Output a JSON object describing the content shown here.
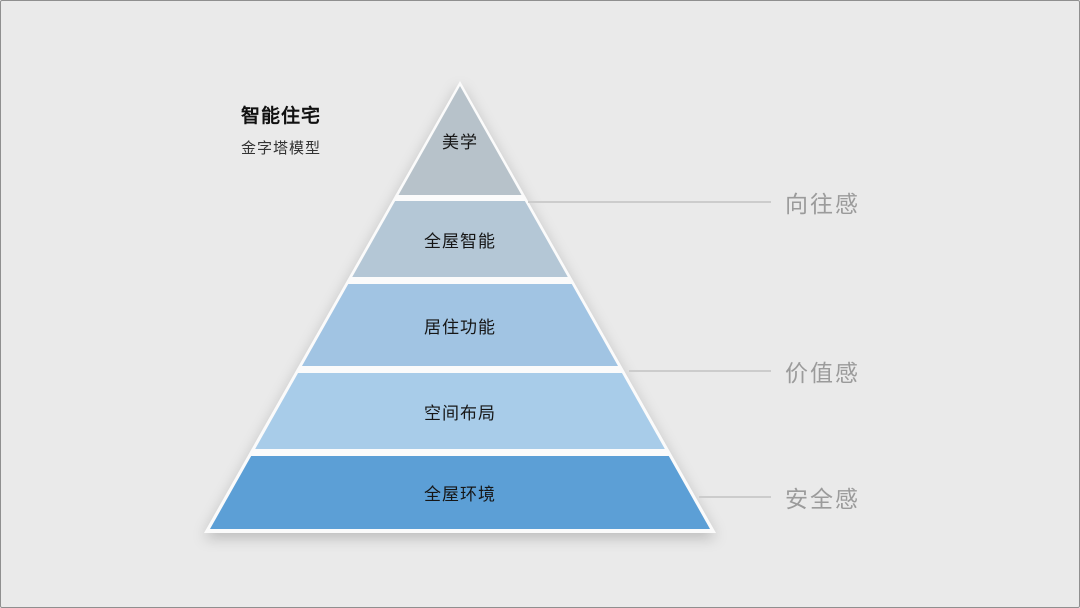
{
  "title": {
    "line1": "智能住宅",
    "line2": "金字塔模型"
  },
  "pyramid": {
    "layers": [
      {
        "label": "美学",
        "color": "#b7c2ca"
      },
      {
        "label": "全屋智能",
        "color": "#b4c7d6"
      },
      {
        "label": "居住功能",
        "color": "#a1c4e3"
      },
      {
        "label": "空间布局",
        "color": "#a8cce9"
      },
      {
        "label": "全屋环境",
        "color": "#5c9fd6"
      }
    ],
    "gap_color": "#fbfbfb"
  },
  "annotations": [
    {
      "label": "向往感"
    },
    {
      "label": "价值感"
    },
    {
      "label": "安全感"
    }
  ]
}
